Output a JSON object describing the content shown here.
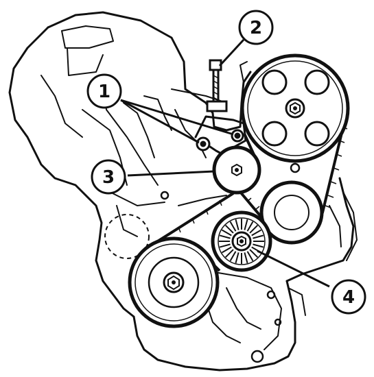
{
  "diagram": {
    "callouts": [
      {
        "id": "c1",
        "label": "1"
      },
      {
        "id": "c2",
        "label": "2"
      },
      {
        "id": "c3",
        "label": "3"
      },
      {
        "id": "c4",
        "label": "4"
      }
    ],
    "colors": {
      "line": "#111111",
      "background": "#ffffff"
    }
  }
}
